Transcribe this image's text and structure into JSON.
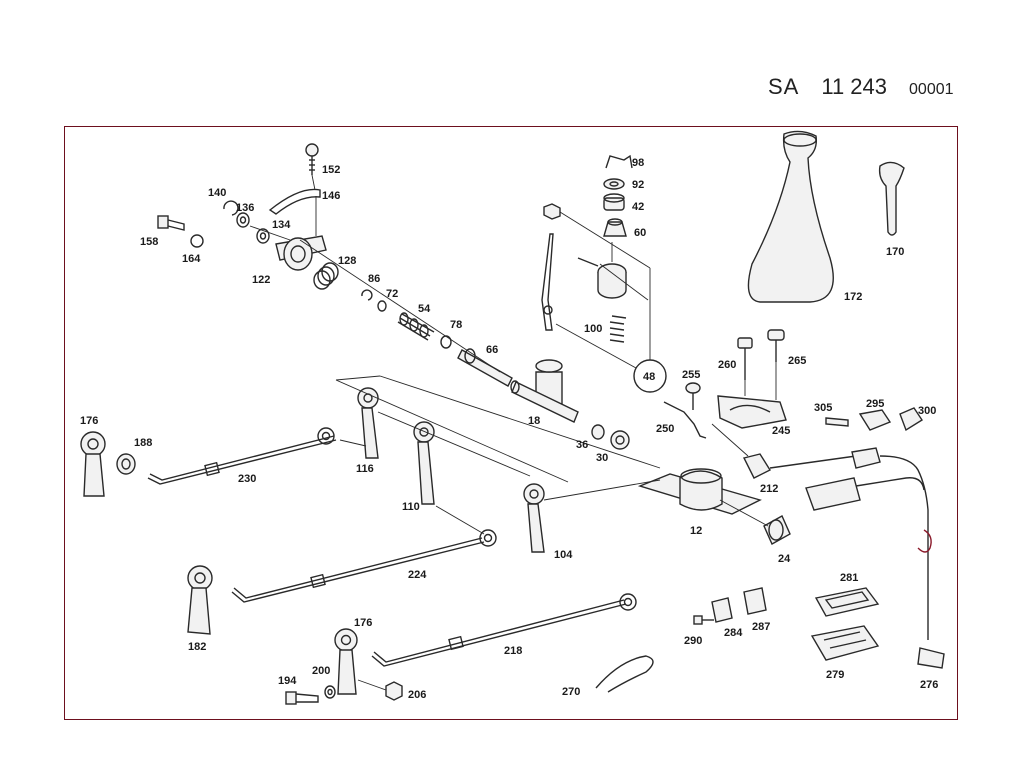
{
  "header": {
    "prefix": "SA",
    "group": "11 243",
    "sequence": "00001"
  },
  "colors": {
    "frame": "#6d0f1e",
    "lines": "#2a2a2a",
    "accent": "#8b1a2b"
  },
  "labels": {
    "l98": "98",
    "l92": "92",
    "l42": "42",
    "l60": "60",
    "l152": "152",
    "l146": "146",
    "l140": "140",
    "l136": "136",
    "l134": "134",
    "l158": "158",
    "l164": "164",
    "l122": "122",
    "l128": "128",
    "l86": "86",
    "l72": "72",
    "l54": "54",
    "l78": "78",
    "l66": "66",
    "l100": "100",
    "l48": "48",
    "l18": "18",
    "l36": "36",
    "l30": "30",
    "l172": "172",
    "l170": "170",
    "l260": "260",
    "l265": "265",
    "l255": "255",
    "l250": "250",
    "l245": "245",
    "l305": "305",
    "l295": "295",
    "l300": "300",
    "l212": "212",
    "l12": "12",
    "l24": "24",
    "l176a": "176",
    "l188": "188",
    "l230": "230",
    "l116": "116",
    "l110": "110",
    "l104": "104",
    "l224": "224",
    "l182": "182",
    "l176b": "176",
    "l218": "218",
    "l194": "194",
    "l200": "200",
    "l206": "206",
    "l270": "270",
    "l290": "290",
    "l284": "284",
    "l287": "287",
    "l281": "281",
    "l279": "279",
    "l276": "276"
  }
}
